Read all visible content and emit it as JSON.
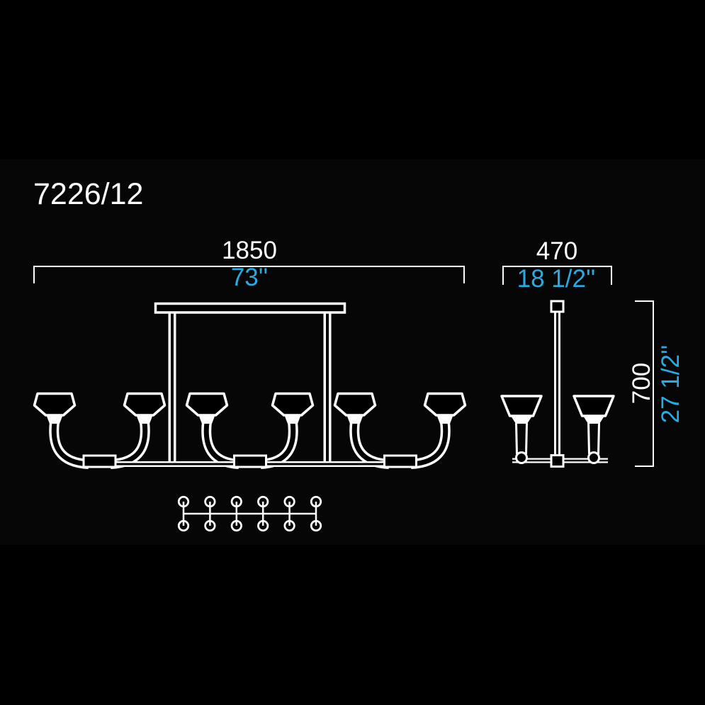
{
  "model": "7226/12",
  "dimensions": {
    "width": {
      "mm": "1850",
      "inches": "73''"
    },
    "depth": {
      "mm": "470",
      "inches": "18 1/2''"
    },
    "height": {
      "mm": "700",
      "inches": "27 1/2''"
    }
  },
  "colors": {
    "background": "#000000",
    "line": "#ffffff",
    "metric_text": "#ffffff",
    "imperial_text": "#29ABE2"
  },
  "drawing": {
    "front_view_shades": 6,
    "side_view_shades": 2,
    "plan_view_light_pairs": 6
  }
}
